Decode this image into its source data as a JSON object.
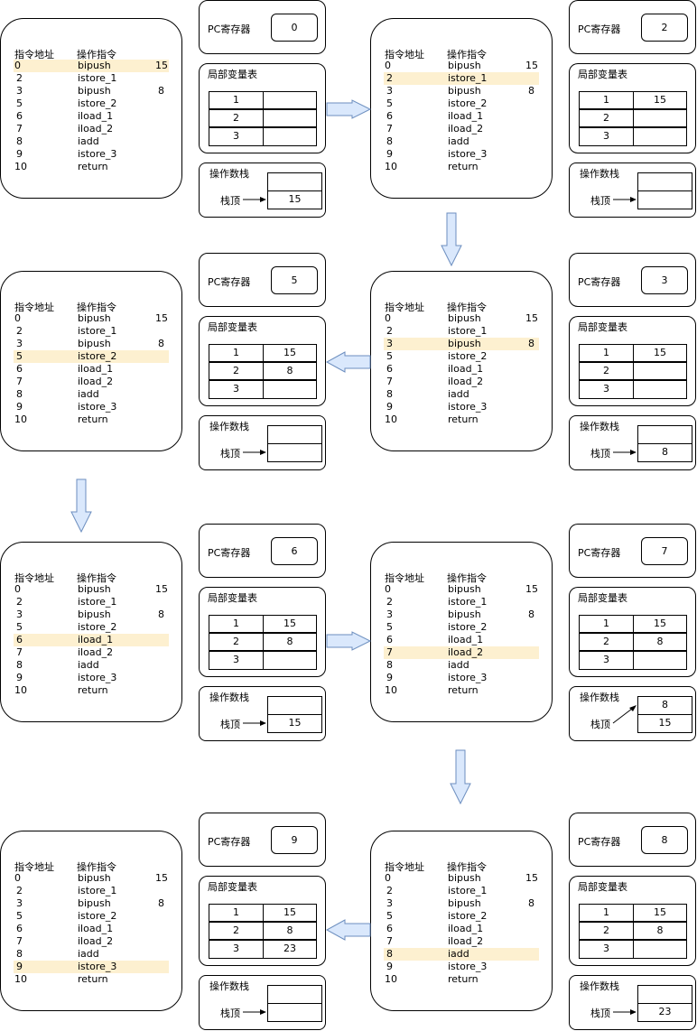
{
  "labels": {
    "addr_header": "指令地址",
    "op_header": "操作指令",
    "pc": "PC寄存器",
    "locals": "局部变量表",
    "stack": "操作数栈",
    "stack_top": "栈顶"
  },
  "instructions": [
    {
      "addr": "0",
      "op": "bipush",
      "arg": "15"
    },
    {
      "addr": "2",
      "op": "istore_1",
      "arg": ""
    },
    {
      "addr": "3",
      "op": "bipush",
      "arg": "8"
    },
    {
      "addr": "5",
      "op": "istore_2",
      "arg": ""
    },
    {
      "addr": "6",
      "op": "iload_1",
      "arg": ""
    },
    {
      "addr": "7",
      "op": "iload_2",
      "arg": ""
    },
    {
      "addr": "8",
      "op": "iadd",
      "arg": ""
    },
    {
      "addr": "9",
      "op": "istore_3",
      "arg": ""
    },
    {
      "addr": "10",
      "op": "return",
      "arg": ""
    }
  ],
  "steps": [
    {
      "pc": "0",
      "highlight": 0,
      "locals": [
        [
          "1",
          ""
        ],
        [
          "2",
          ""
        ],
        [
          "3",
          ""
        ]
      ],
      "stack": [
        "",
        "15"
      ]
    },
    {
      "pc": "2",
      "highlight": 1,
      "locals": [
        [
          "1",
          "15"
        ],
        [
          "2",
          ""
        ],
        [
          "3",
          ""
        ]
      ],
      "stack": [
        "",
        ""
      ]
    },
    {
      "pc": "3",
      "highlight": 2,
      "locals": [
        [
          "1",
          "15"
        ],
        [
          "2",
          ""
        ],
        [
          "3",
          ""
        ]
      ],
      "stack": [
        "",
        "8"
      ]
    },
    {
      "pc": "5",
      "highlight": 3,
      "locals": [
        [
          "1",
          "15"
        ],
        [
          "2",
          "8"
        ],
        [
          "3",
          ""
        ]
      ],
      "stack": [
        "",
        ""
      ]
    },
    {
      "pc": "6",
      "highlight": 4,
      "locals": [
        [
          "1",
          "15"
        ],
        [
          "2",
          "8"
        ],
        [
          "3",
          ""
        ]
      ],
      "stack": [
        "",
        "15"
      ]
    },
    {
      "pc": "7",
      "highlight": 5,
      "locals": [
        [
          "1",
          "15"
        ],
        [
          "2",
          "8"
        ],
        [
          "3",
          ""
        ]
      ],
      "stack": [
        "8",
        "15"
      ]
    },
    {
      "pc": "8",
      "highlight": 6,
      "locals": [
        [
          "1",
          "15"
        ],
        [
          "2",
          "8"
        ],
        [
          "3",
          ""
        ]
      ],
      "stack": [
        "",
        "23"
      ]
    },
    {
      "pc": "9",
      "highlight": 7,
      "locals": [
        [
          "1",
          "15"
        ],
        [
          "2",
          "8"
        ],
        [
          "3",
          "23"
        ]
      ],
      "stack": [
        "",
        ""
      ]
    }
  ],
  "colors": {
    "highlight": "#fdf0d0",
    "arrow_fill": "#dae8fc",
    "arrow_stroke": "#6c8ebf"
  }
}
